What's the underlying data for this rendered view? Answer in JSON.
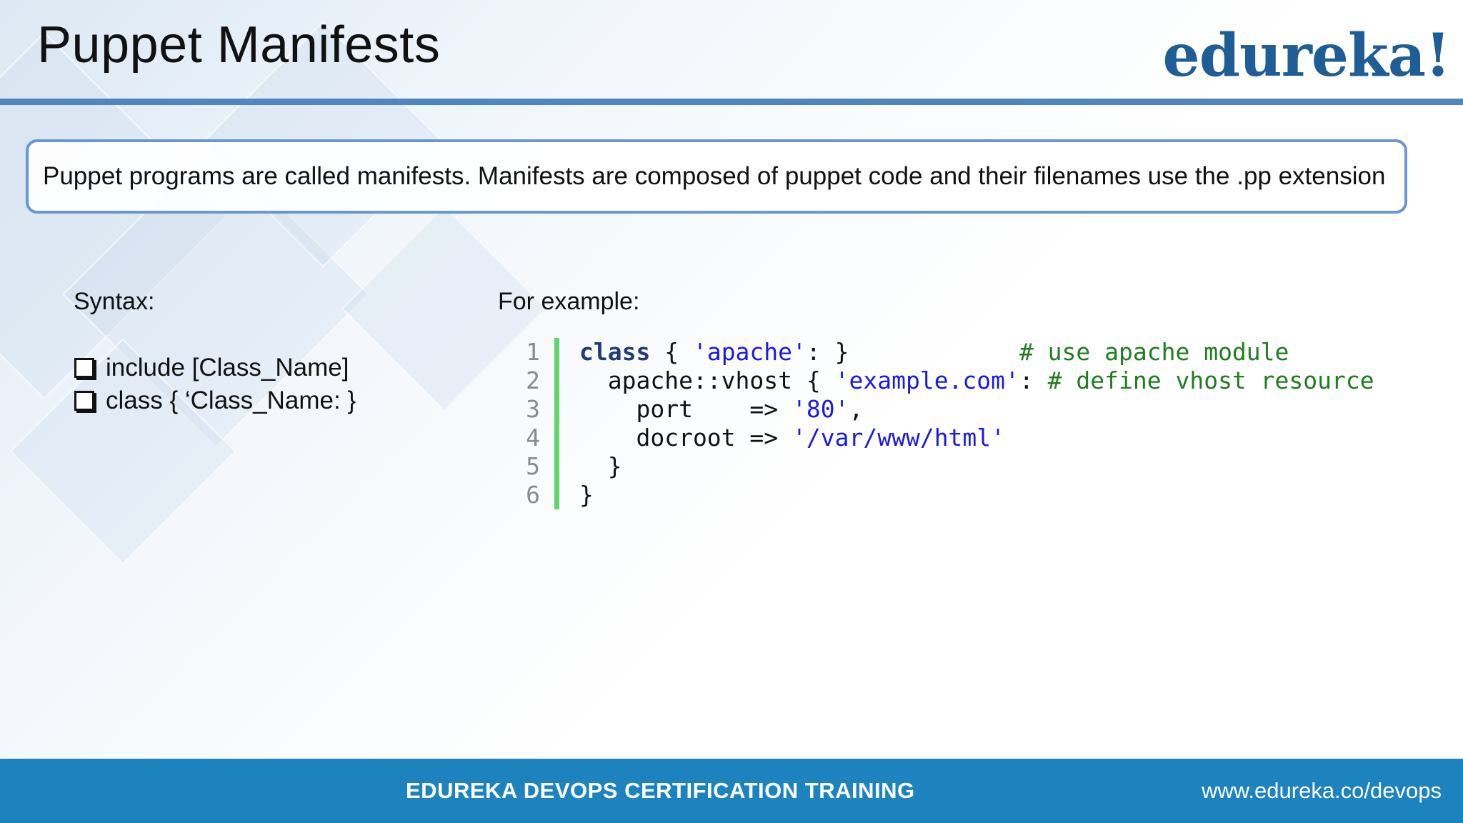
{
  "slide": {
    "title": "Puppet Manifests",
    "logo": "edureka!",
    "intro": "Puppet programs are called manifests. Manifests are composed of puppet code and their filenames use the .pp extension"
  },
  "syntax": {
    "heading": "Syntax:",
    "items": [
      "include [Class_Name]",
      "class { ‘Class_Name: }"
    ]
  },
  "example": {
    "heading": "For example:",
    "lines": [
      {
        "number": "1",
        "segments": [
          {
            "text": "class",
            "style": "keyword"
          },
          {
            "text": " { ",
            "style": "plain"
          },
          {
            "text": "'apache'",
            "style": "string"
          },
          {
            "text": ": }            ",
            "style": "plain"
          },
          {
            "text": "# use apache module",
            "style": "comment"
          }
        ]
      },
      {
        "number": "2",
        "segments": [
          {
            "text": "  apache::vhost { ",
            "style": "plain"
          },
          {
            "text": "'example.com'",
            "style": "string"
          },
          {
            "text": ": ",
            "style": "plain"
          },
          {
            "text": "# define vhost resource",
            "style": "comment"
          }
        ]
      },
      {
        "number": "3",
        "segments": [
          {
            "text": "    port    => ",
            "style": "plain"
          },
          {
            "text": "'80'",
            "style": "string"
          },
          {
            "text": ",",
            "style": "plain"
          }
        ]
      },
      {
        "number": "4",
        "segments": [
          {
            "text": "    docroot => ",
            "style": "plain"
          },
          {
            "text": "'/var/www/html'",
            "style": "string"
          }
        ]
      },
      {
        "number": "5",
        "segments": [
          {
            "text": "  }",
            "style": "plain"
          }
        ]
      },
      {
        "number": "6",
        "segments": [
          {
            "text": "}",
            "style": "plain"
          }
        ]
      }
    ]
  },
  "footer": {
    "course": "EDUREKA DEVOPS CERTIFICATION TRAINING",
    "url": "www.edureka.co/devops"
  },
  "colors": {
    "brand_blue": "#1f5d96",
    "footer_blue": "#1c83bf",
    "rule_blue": "#4f86c2",
    "callout_border": "#6a97cf",
    "code_bar": "#63d46b",
    "code_string": "#1a1ae0",
    "code_comment": "#1e7e1e"
  }
}
